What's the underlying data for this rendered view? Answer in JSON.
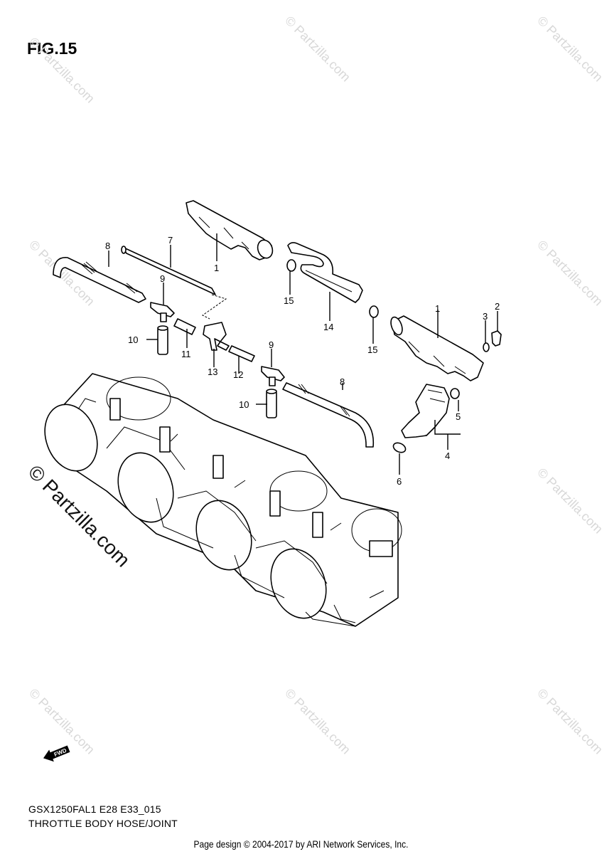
{
  "figure": {
    "title": "FIG.15",
    "model_code": "GSX1250FAL1 E28 E33_015",
    "section_name": "THROTTLE BODY HOSE/JOINT",
    "fwd_label": "FWD"
  },
  "callouts": [
    {
      "id": "1a",
      "label": "1"
    },
    {
      "id": "1b",
      "label": "1"
    },
    {
      "id": "2",
      "label": "2"
    },
    {
      "id": "3",
      "label": "3"
    },
    {
      "id": "4",
      "label": "4"
    },
    {
      "id": "5",
      "label": "5"
    },
    {
      "id": "6",
      "label": "6"
    },
    {
      "id": "7",
      "label": "7"
    },
    {
      "id": "8a",
      "label": "8"
    },
    {
      "id": "8b",
      "label": "8"
    },
    {
      "id": "9a",
      "label": "9"
    },
    {
      "id": "9b",
      "label": "9"
    },
    {
      "id": "10a",
      "label": "10"
    },
    {
      "id": "10b",
      "label": "10"
    },
    {
      "id": "11",
      "label": "11"
    },
    {
      "id": "12",
      "label": "12"
    },
    {
      "id": "13",
      "label": "13"
    },
    {
      "id": "14",
      "label": "14"
    },
    {
      "id": "15a",
      "label": "15"
    },
    {
      "id": "15b",
      "label": "15"
    }
  ],
  "watermark": {
    "text": "© Partzilla.com",
    "small_text": "© Partzilla.com"
  },
  "footer": {
    "text": "Page design © 2004-2017 by ARI Network Services, Inc."
  }
}
